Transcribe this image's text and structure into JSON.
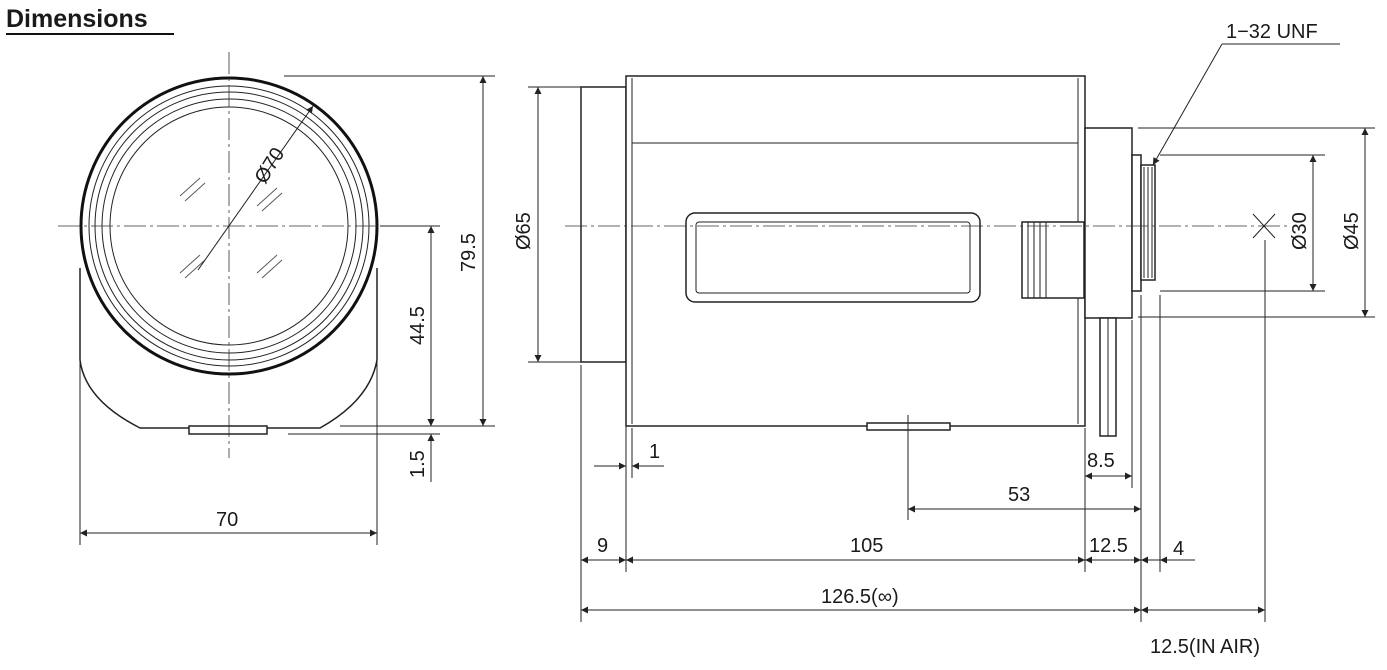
{
  "title": "Dimensions",
  "front_view": {
    "diameter_label": "Ø70",
    "width_label": "70",
    "height_label": "79.5",
    "center_height_label": "44.5",
    "foot_label": "1.5"
  },
  "side_view": {
    "thread_label": "1−32 UNF",
    "front_diameter_label": "Ø65",
    "mount_diameter_label": "Ø30",
    "flange_diameter_label": "Ø45",
    "dim_1": "1",
    "dim_8_5": "8.5",
    "dim_53": "53",
    "dim_9": "9",
    "dim_105": "105",
    "dim_12_5": "12.5",
    "dim_4": "4",
    "dim_total": "126.5(∞)",
    "dim_in_air": "12.5(IN AIR)"
  }
}
